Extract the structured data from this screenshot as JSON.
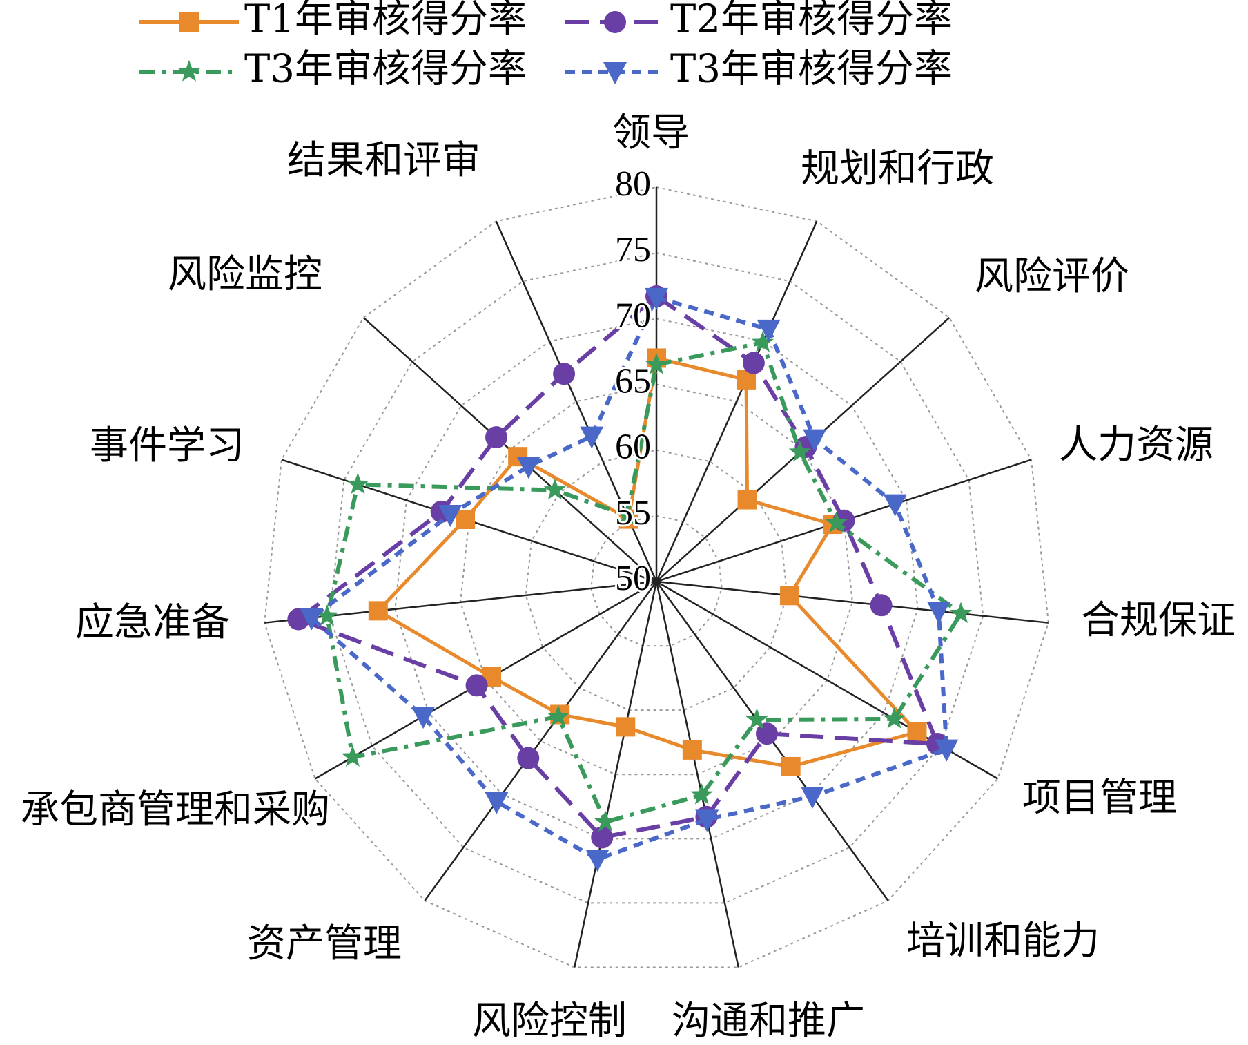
{
  "chart_data": {
    "type": "radar",
    "title": "",
    "categories": [
      "领导",
      "规划和行政",
      "风险评价",
      "人力资源",
      "合规保证",
      "项目管理",
      "培训和能力",
      "沟通和推广",
      "风险控制",
      "资产管理",
      "承包商管理和采购",
      "应急准备",
      "事件学习",
      "风险监控",
      "结果和评审"
    ],
    "rlim": [
      50,
      80
    ],
    "ticks": [
      "50",
      "55",
      "60",
      "65",
      "70",
      "75",
      "80"
    ],
    "tick_values": [
      50,
      55,
      60,
      65,
      70,
      75,
      80
    ],
    "grid": true,
    "legend_position": "top",
    "series": [
      {
        "name": "T1年审核得分率",
        "color": "#E8892B",
        "marker": "square",
        "dash": "solid",
        "values": [
          67,
          66.8,
          59.3,
          64.1,
          60.2,
          72.9,
          67.4,
          63.1,
          61.3,
          62.5,
          64.5,
          71.3,
          65.3,
          64.2,
          55.2
        ]
      },
      {
        "name": "T2年审核得分率",
        "color": "#6A3FA5",
        "marker": "circle",
        "dash": "long-dash",
        "values": [
          71.7,
          68.2,
          65.3,
          65,
          67.2,
          74.7,
          64.3,
          68.3,
          69.9,
          66.6,
          65.8,
          77.4,
          67.2,
          66.4,
          67.3
        ]
      },
      {
        "name": "T3年审核得分率",
        "color": "#3A9A5B",
        "marker": "star",
        "dash": "dash-dot",
        "values": [
          66.5,
          69.9,
          64.7,
          64.4,
          73.3,
          70.9,
          63,
          66.6,
          68.7,
          62.7,
          76.7,
          75.2,
          73.9,
          60.4,
          55.5
        ]
      },
      {
        "name": "T3年审核得分率",
        "color": "#4A68C8",
        "marker": "triangle-down",
        "dash": "short-dash",
        "values": [
          71.6,
          71,
          66.2,
          69.1,
          71.6,
          75.5,
          70.2,
          68.5,
          71.6,
          70.7,
          70.5,
          76.4,
          66.5,
          63.1,
          62.1
        ]
      }
    ]
  }
}
